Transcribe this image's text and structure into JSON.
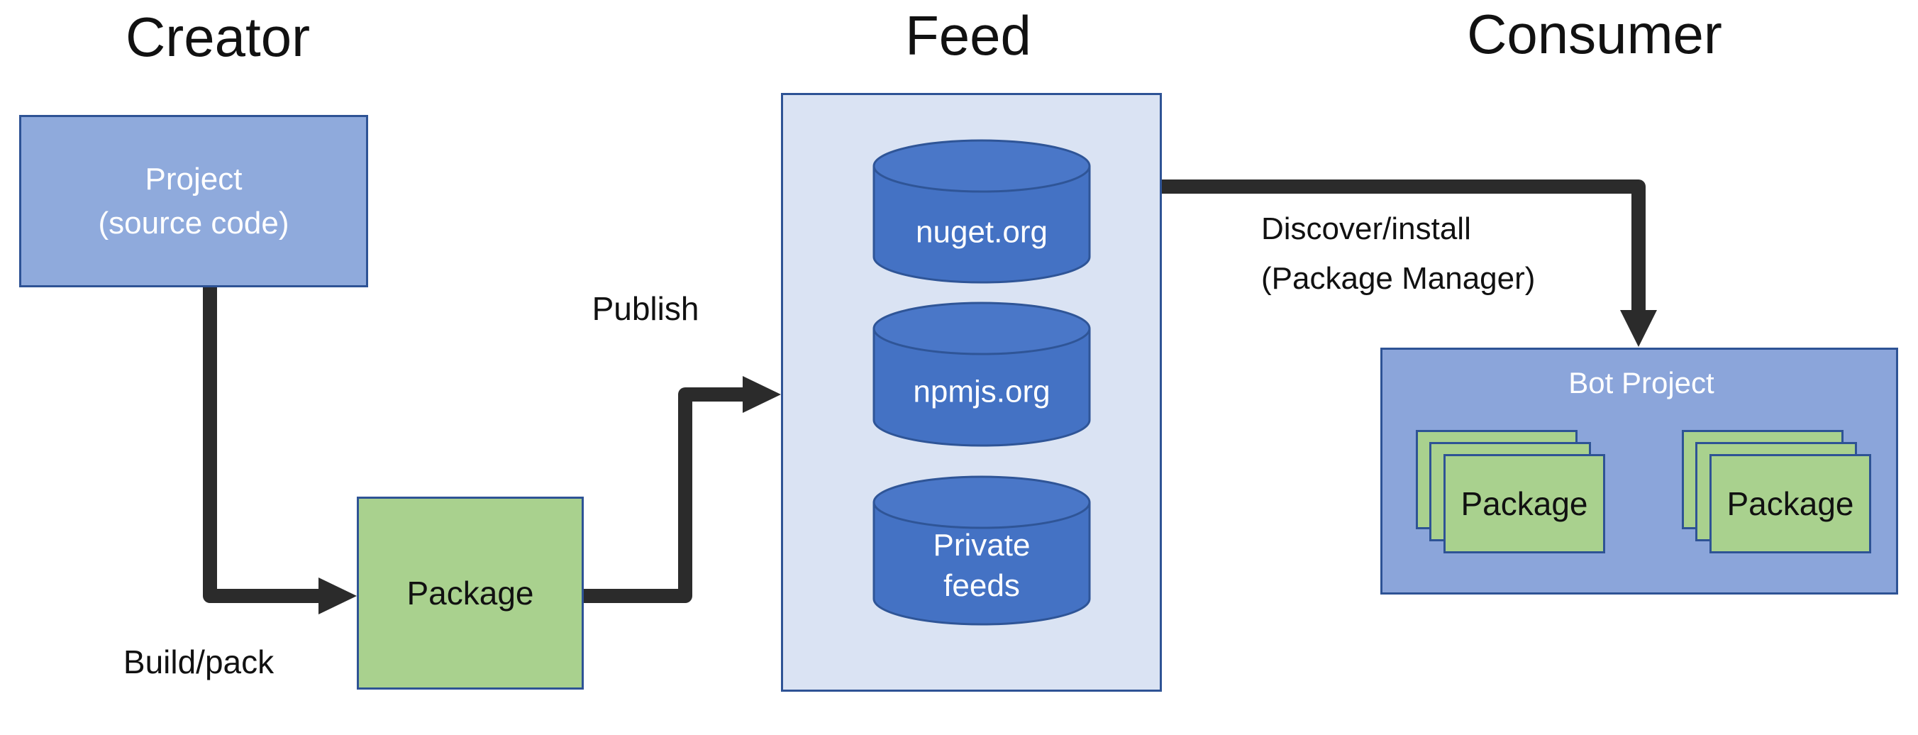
{
  "sections": {
    "creator": {
      "title": "Creator"
    },
    "feed": {
      "title": "Feed"
    },
    "consumer": {
      "title": "Consumer"
    }
  },
  "nodes": {
    "project": {
      "line1": "Project",
      "line2": "(source code)"
    },
    "package": {
      "label": "Package"
    },
    "feed_cylinders": [
      {
        "label": "nuget.org"
      },
      {
        "label": "npmjs.org"
      },
      {
        "line1": "Private",
        "line2": "feeds"
      }
    ],
    "bot_project": {
      "title": "Bot Project",
      "stacks": [
        {
          "label": "Package"
        },
        {
          "label": "Package"
        }
      ]
    }
  },
  "edges": {
    "build_pack": {
      "label": "Build/pack"
    },
    "publish": {
      "label": "Publish"
    },
    "discover": {
      "line1": "Discover/install",
      "line2": "(Package Manager)"
    }
  },
  "colors": {
    "box_blue_fill": "#8FAADC",
    "box_blue_border": "#2E5395",
    "container_fill": "#DAE3F3",
    "bot_fill": "#8BA5DA",
    "green_fill": "#A9D18E",
    "cylinder_fill": "#4472C4",
    "cylinder_top_fill": "#4A77C8",
    "cylinder_border": "#2F5597",
    "arrow": "#2B2B2B",
    "text_dark": "#111111",
    "text_light": "#FFFFFF"
  }
}
